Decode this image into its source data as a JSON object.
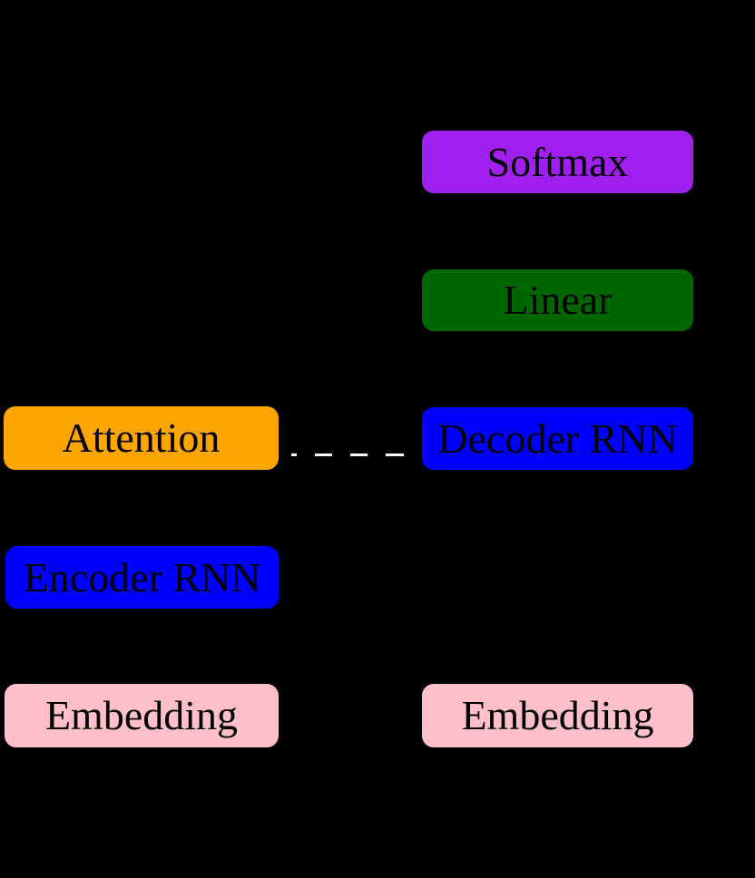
{
  "diagram": {
    "title": "seq2seq-attention-architecture",
    "background_color": "#000000",
    "label_text_color": "#000000",
    "blocks": {
      "softmax": {
        "label": "Softmax",
        "color": "#a020f0"
      },
      "linear": {
        "label": "Linear",
        "color": "#006600"
      },
      "decoder_rnn": {
        "label": "Decoder RNN",
        "color": "#0000ff"
      },
      "attention": {
        "label": "Attention",
        "color": "#ffa500"
      },
      "encoder_rnn": {
        "label": "Encoder RNN",
        "color": "#0000ff"
      },
      "embedding_left": {
        "label": "Embedding",
        "color": "#ffc0cb"
      },
      "embedding_right": {
        "label": "Embedding",
        "color": "#ffc0cb"
      }
    },
    "connector": {
      "from": "attention-block",
      "to": "decoder-rnn-block",
      "style": "dashed",
      "color": "#ffffff"
    }
  }
}
